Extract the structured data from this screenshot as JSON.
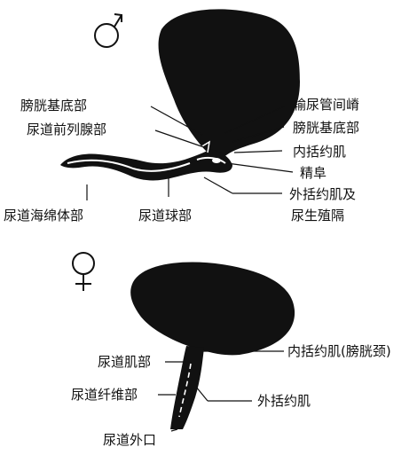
{
  "symbols": {
    "male": "♂",
    "female": "♀"
  },
  "male_diagram": {
    "labels": {
      "bladder_base_left": "膀胱基底部",
      "prostatic_urethra": "尿道前列腺部",
      "spongy_urethra": "尿道海绵体部",
      "bulbar_urethra": "尿道球部",
      "interureteric_ridge": "输尿管间嵴",
      "bladder_base_right": "膀胱基底部",
      "internal_sphincter": "内括约肌",
      "verumontanum": "精阜",
      "external_sphincter_line1": "外括约肌及",
      "external_sphincter_line2": "尿生殖隔"
    }
  },
  "female_diagram": {
    "labels": {
      "muscular_urethra": "尿道肌部",
      "fibrous_urethra": "尿道纤维部",
      "external_orifice": "尿道外口",
      "internal_sphincter_neck": "内括约肌(膀胱颈)",
      "external_sphincter": "外括约肌"
    }
  },
  "colors": {
    "ink": "#111111",
    "background": "#ffffff"
  }
}
